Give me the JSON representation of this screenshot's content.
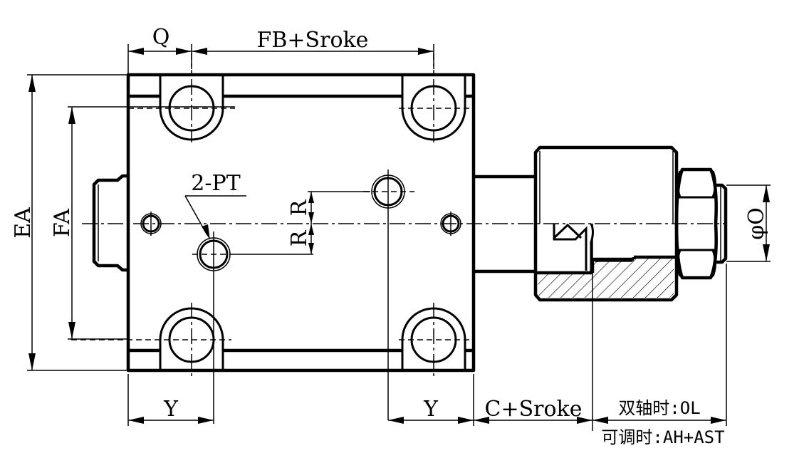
{
  "drawing": {
    "subject": "Cylinder block with adjustable stroke end cap",
    "dimensions": {
      "top_left": "Q",
      "top_main": "FB+Sroke",
      "left_outer": "EA",
      "left_inner": "FA",
      "ports": "2-PT",
      "port_offset_upper": "R",
      "port_offset_lower": "R",
      "rod_diameter": "φO",
      "bottom_left": "Y",
      "bottom_right": "Y",
      "bottom_cap": "C+Sroke",
      "bottom_end_double_rod": "双轴时:OL",
      "bottom_end_adjustable": "可调时:AH+AST"
    }
  }
}
